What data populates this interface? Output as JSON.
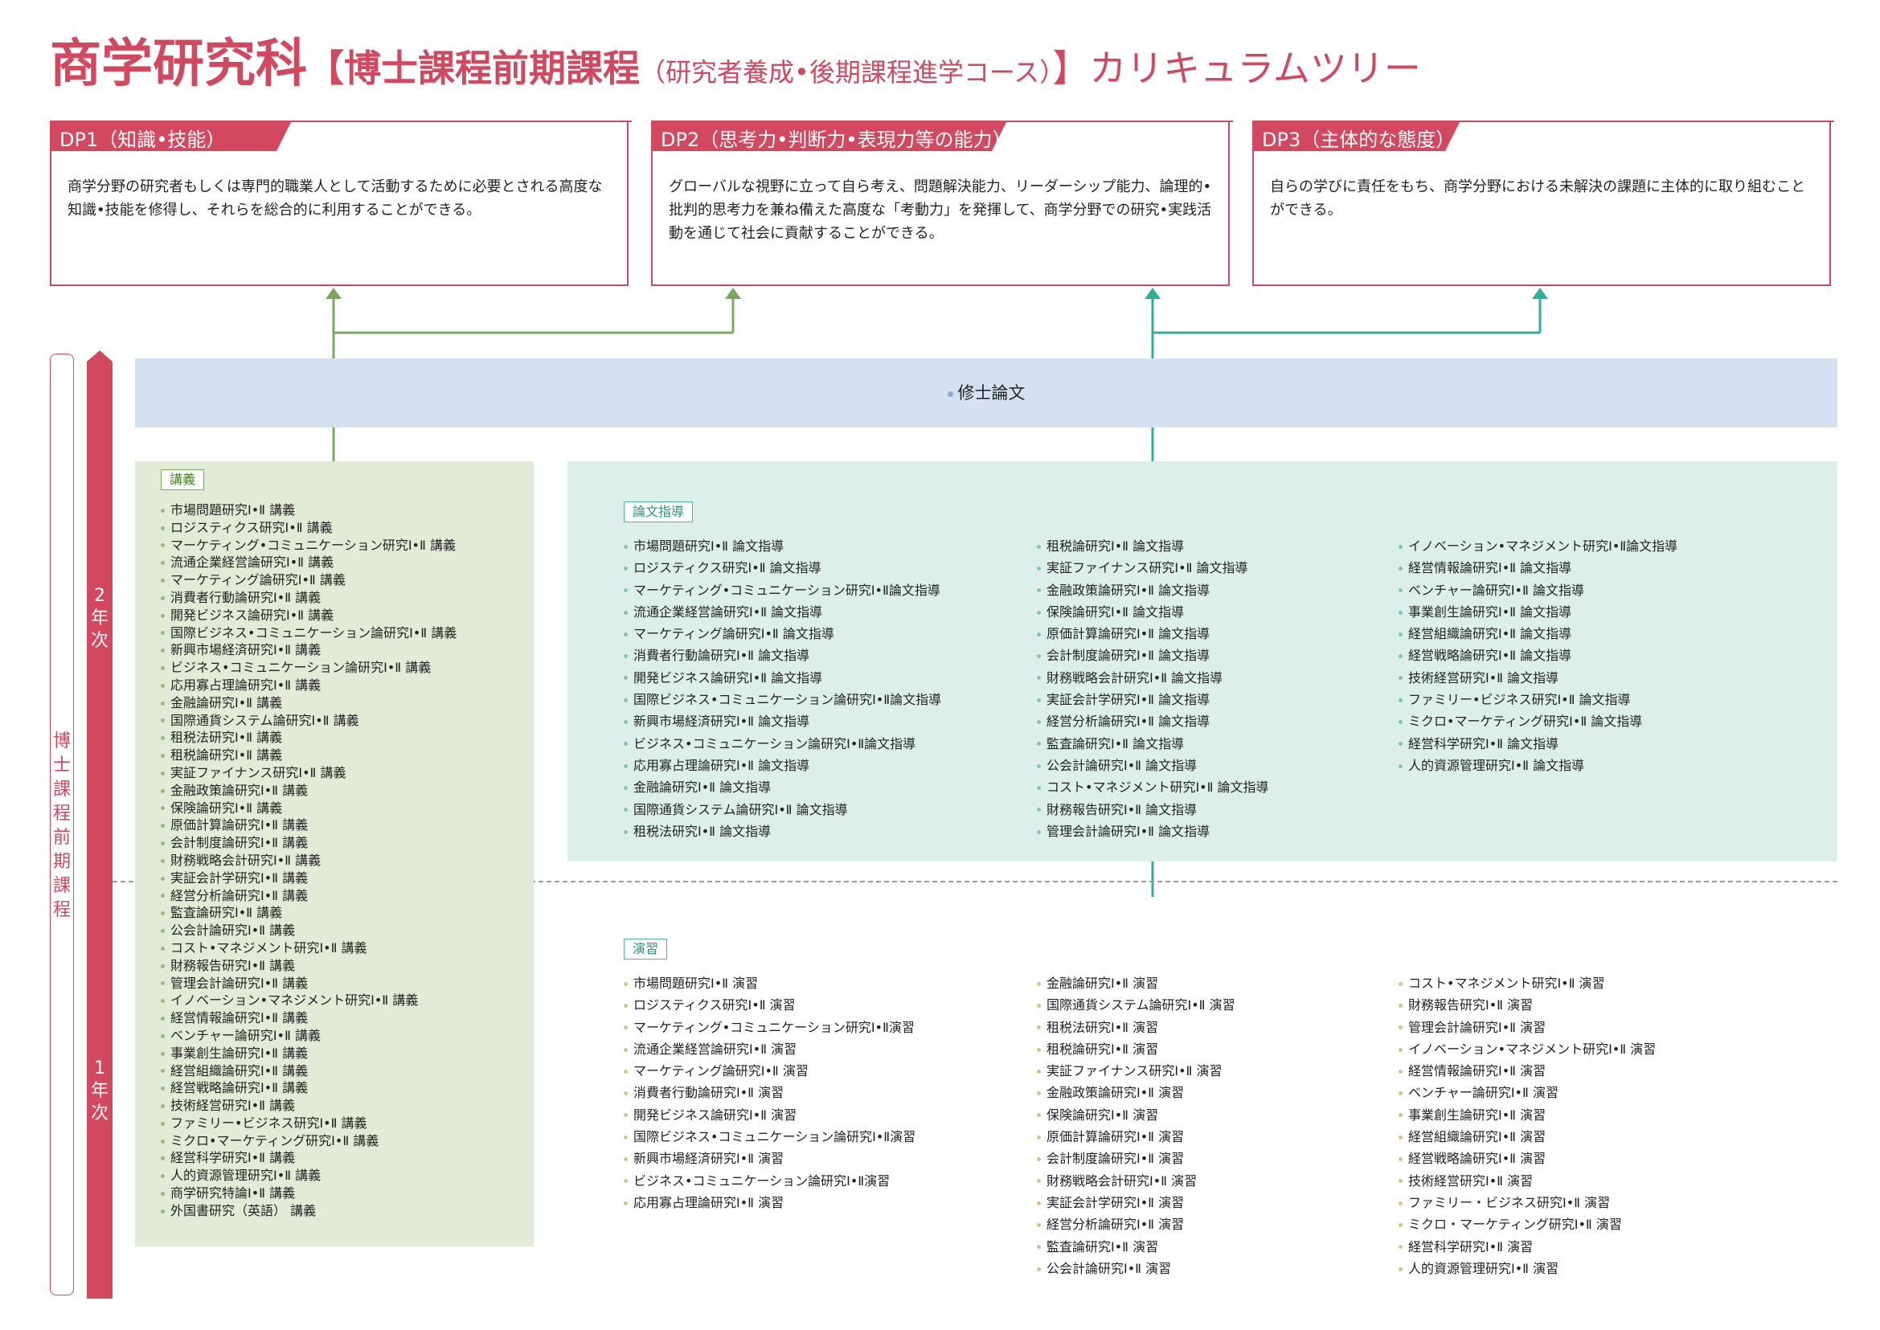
{
  "title": {
    "main": "商学研究科",
    "program": "【博士課程前期課程",
    "course": "（研究者養成•後期課程進学コース）",
    "suffix": "】カリキュラムツリー"
  },
  "colors": {
    "accent": "#d1485f",
    "green": "#7aa95e",
    "teal": "#4db3a3",
    "thesis_bg": "#d5e0f0",
    "lecture_bg": "#e2ebd6",
    "guidance_bg": "#dcefeb"
  },
  "dp": [
    {
      "label": "DP1（知識•技能）",
      "desc": "商学分野の研究者もしくは専門的職業人として活動するために必要とされる高度な知識•技能を修得し、それらを総合的に利用することができる。"
    },
    {
      "label": "DP2（思考力•判断力•表現力等の能力）",
      "desc": "グローバルな視野に立って自ら考え、問題解決能力、リーダーシップ能力、論理的•批判的思考力を兼ね備えた高度な「考動力」を発揮して、商学分野での研究•実践活動を通じて社会に貢献することができる。"
    },
    {
      "label": "DP3（主体的な態度）",
      "desc": "自らの学びに責任をもち、商学分野における未解決の課題に主体的に取り組むことができる。"
    }
  ],
  "thesis": "修士論文",
  "sidebar": {
    "program_label": "博士課程前期課程",
    "year2": "2年次",
    "year1": "1年次"
  },
  "lecture": {
    "tag": "講義",
    "items": [
      "市場問題研究Ⅰ•Ⅱ 講義",
      "ロジスティクス研究Ⅰ•Ⅱ 講義",
      "マーケティング•コミュニケーション研究Ⅰ•Ⅱ 講義",
      "流通企業経営論研究Ⅰ•Ⅱ 講義",
      "マーケティング論研究Ⅰ•Ⅱ 講義",
      "消費者行動論研究Ⅰ•Ⅱ 講義",
      "開発ビジネス論研究Ⅰ•Ⅱ 講義",
      "国際ビジネス•コミュニケーション論研究Ⅰ•Ⅱ 講義",
      "新興市場経済研究Ⅰ•Ⅱ 講義",
      "ビジネス•コミュニケーション論研究Ⅰ•Ⅱ 講義",
      "応用寡占理論研究Ⅰ•Ⅱ 講義",
      "金融論研究Ⅰ•Ⅱ 講義",
      "国際通貨システム論研究Ⅰ•Ⅱ 講義",
      "租税法研究Ⅰ•Ⅱ 講義",
      "租税論研究Ⅰ•Ⅱ 講義",
      "実証ファイナンス研究Ⅰ•Ⅱ 講義",
      "金融政策論研究Ⅰ•Ⅱ 講義",
      "保険論研究Ⅰ•Ⅱ 講義",
      "原価計算論研究Ⅰ•Ⅱ 講義",
      "会計制度論研究Ⅰ•Ⅱ 講義",
      "財務戦略会計研究Ⅰ•Ⅱ 講義",
      "実証会計学研究Ⅰ•Ⅱ 講義",
      "経営分析論研究Ⅰ•Ⅱ 講義",
      "監査論研究Ⅰ•Ⅱ 講義",
      "公会計論研究Ⅰ•Ⅱ 講義",
      "コスト•マネジメント研究Ⅰ•Ⅱ 講義",
      "財務報告研究Ⅰ•Ⅱ 講義",
      "管理会計論研究Ⅰ•Ⅱ 講義",
      "イノベーション•マネジメント研究Ⅰ•Ⅱ 講義",
      "経営情報論研究Ⅰ•Ⅱ 講義",
      "ベンチャー論研究Ⅰ•Ⅱ 講義",
      "事業創生論研究Ⅰ•Ⅱ 講義",
      "経営組織論研究Ⅰ•Ⅱ 講義",
      "経営戦略論研究Ⅰ•Ⅱ 講義",
      "技術経営研究Ⅰ•Ⅱ 講義",
      "ファミリー•ビジネス研究Ⅰ•Ⅱ 講義",
      "ミクロ•マーケティング研究Ⅰ•Ⅱ 講義",
      "経営科学研究Ⅰ•Ⅱ 講義",
      "人的資源管理研究Ⅰ•Ⅱ 講義",
      "商学研究特論Ⅰ•Ⅱ 講義",
      "外国書研究（英語） 講義"
    ]
  },
  "guidance": {
    "tag": "論文指導",
    "col1": [
      "市場問題研究Ⅰ•Ⅱ 論文指導",
      "ロジスティクス研究Ⅰ•Ⅱ 論文指導",
      "マーケティング•コミュニケーション研究Ⅰ•Ⅱ論文指導",
      "流通企業経営論研究Ⅰ•Ⅱ 論文指導",
      "マーケティング論研究Ⅰ•Ⅱ 論文指導",
      "消費者行動論研究Ⅰ•Ⅱ 論文指導",
      "開発ビジネス論研究Ⅰ•Ⅱ 論文指導",
      "国際ビジネス•コミュニケーション論研究Ⅰ•Ⅱ論文指導",
      "新興市場経済研究Ⅰ•Ⅱ 論文指導",
      "ビジネス•コミュニケーション論研究Ⅰ•Ⅱ論文指導",
      "応用寡占理論研究Ⅰ•Ⅱ 論文指導",
      "金融論研究Ⅰ•Ⅱ 論文指導",
      "国際通貨システム論研究Ⅰ•Ⅱ 論文指導",
      "租税法研究Ⅰ•Ⅱ 論文指導"
    ],
    "col2": [
      "租税論研究Ⅰ•Ⅱ 論文指導",
      "実証ファイナンス研究Ⅰ•Ⅱ 論文指導",
      "金融政策論研究Ⅰ•Ⅱ 論文指導",
      "保険論研究Ⅰ•Ⅱ 論文指導",
      "原価計算論研究Ⅰ•Ⅱ 論文指導",
      "会計制度論研究Ⅰ•Ⅱ 論文指導",
      "財務戦略会計研究Ⅰ•Ⅱ 論文指導",
      "実証会計学研究Ⅰ•Ⅱ 論文指導",
      "経営分析論研究Ⅰ•Ⅱ 論文指導",
      "監査論研究Ⅰ•Ⅱ 論文指導",
      "公会計論研究Ⅰ•Ⅱ 論文指導",
      "コスト•マネジメント研究Ⅰ•Ⅱ 論文指導",
      "財務報告研究Ⅰ•Ⅱ 論文指導",
      "管理会計論研究Ⅰ•Ⅱ 論文指導"
    ],
    "col3": [
      "イノベーション•マネジメント研究Ⅰ•Ⅱ論文指導",
      "経営情報論研究Ⅰ•Ⅱ 論文指導",
      "ベンチャー論研究Ⅰ•Ⅱ 論文指導",
      "事業創生論研究Ⅰ•Ⅱ 論文指導",
      "経営組織論研究Ⅰ•Ⅱ 論文指導",
      "経営戦略論研究Ⅰ•Ⅱ 論文指導",
      "技術経営研究Ⅰ•Ⅱ 論文指導",
      "ファミリー•ビジネス研究Ⅰ•Ⅱ 論文指導",
      "ミクロ•マーケティング研究Ⅰ•Ⅱ 論文指導",
      "経営科学研究Ⅰ•Ⅱ 論文指導",
      "人的資源管理研究Ⅰ•Ⅱ 論文指導"
    ]
  },
  "seminar": {
    "tag": "演習",
    "col1": [
      "市場問題研究Ⅰ•Ⅱ 演習",
      "ロジスティクス研究Ⅰ•Ⅱ 演習",
      "マーケティング•コミュニケーション研究Ⅰ•Ⅱ演習",
      "流通企業経営論研究Ⅰ•Ⅱ 演習",
      "マーケティング論研究Ⅰ•Ⅱ 演習",
      "消費者行動論研究Ⅰ•Ⅱ 演習",
      "開発ビジネス論研究Ⅰ•Ⅱ 演習",
      "国際ビジネス•コミュニケーション論研究Ⅰ•Ⅱ演習",
      "新興市場経済研究Ⅰ•Ⅱ 演習",
      "ビジネス•コミュニケーション論研究Ⅰ•Ⅱ演習",
      "応用寡占理論研究Ⅰ•Ⅱ 演習"
    ],
    "col2": [
      "金融論研究Ⅰ•Ⅱ 演習",
      "国際通貨システム論研究Ⅰ•Ⅱ 演習",
      "租税法研究Ⅰ•Ⅱ 演習",
      "租税論研究Ⅰ•Ⅱ 演習",
      "実証ファイナンス研究Ⅰ•Ⅱ 演習",
      "金融政策論研究Ⅰ•Ⅱ 演習",
      "保険論研究Ⅰ•Ⅱ 演習",
      "原価計算論研究Ⅰ•Ⅱ 演習",
      "会計制度論研究Ⅰ•Ⅱ 演習",
      "財務戦略会計研究Ⅰ•Ⅱ 演習",
      "実証会計学研究Ⅰ•Ⅱ 演習",
      "経営分析論研究Ⅰ•Ⅱ 演習",
      "監査論研究Ⅰ•Ⅱ 演習",
      "公会計論研究Ⅰ•Ⅱ 演習"
    ],
    "col3": [
      "コスト•マネジメント研究Ⅰ•Ⅱ 演習",
      "財務報告研究Ⅰ•Ⅱ 演習",
      "管理会計論研究Ⅰ•Ⅱ 演習",
      "イノベーション•マネジメント研究Ⅰ•Ⅱ 演習",
      "経営情報論研究Ⅰ•Ⅱ 演習",
      "ベンチャー論研究Ⅰ•Ⅱ 演習",
      "事業創生論研究Ⅰ•Ⅱ 演習",
      "経営組織論研究Ⅰ•Ⅱ 演習",
      "経営戦略論研究Ⅰ•Ⅱ 演習",
      "技術経営研究Ⅰ•Ⅱ 演習",
      "ファミリー・ビジネス研究Ⅰ•Ⅱ 演習",
      "ミクロ・マーケティング研究Ⅰ•Ⅱ 演習",
      "経営科学研究Ⅰ•Ⅱ 演習",
      "人的資源管理研究Ⅰ•Ⅱ 演習"
    ]
  }
}
